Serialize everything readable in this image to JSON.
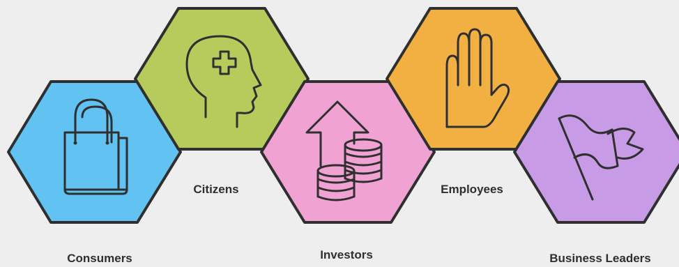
{
  "diagram": {
    "items": [
      {
        "label": "Consumers",
        "icon": "shopping-bag-icon",
        "color": "#62c2f2"
      },
      {
        "label": "Citizens",
        "icon": "head-medical-cross-icon",
        "color": "#b5cc5c"
      },
      {
        "label": "Investors",
        "icon": "arrow-up-coins-icon",
        "color": "#f0a3d2"
      },
      {
        "label": "Employees",
        "icon": "raised-hand-icon",
        "color": "#f2b043"
      },
      {
        "label": "Business Leaders",
        "icon": "flag-icon",
        "color": "#c79be6"
      }
    ]
  }
}
